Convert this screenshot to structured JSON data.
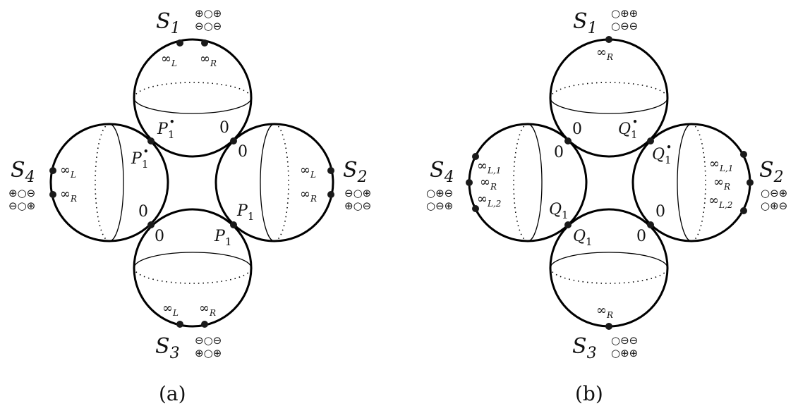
{
  "captions": {
    "a": "(a)",
    "b": "(b)"
  },
  "sphere_names": {
    "s1": "S",
    "s2": "S",
    "s3": "S",
    "s4": "S",
    "sub1": "1",
    "sub2": "2",
    "sub3": "3",
    "sub4": "4"
  },
  "symbols": {
    "a_s1_top": "⊕○⊕",
    "a_s1_bot": "⊖○⊖",
    "a_s2_top": "⊖○⊕",
    "a_s2_bot": "⊕○⊖",
    "a_s3_top": "⊖○⊖",
    "a_s3_bot": "⊕○⊕",
    "a_s4_top": "⊕○⊖",
    "a_s4_bot": "⊖○⊕",
    "b_s1_top": "○⊕⊕",
    "b_s1_bot": "○⊖⊖",
    "b_s2_top": "○⊖⊕",
    "b_s2_bot": "○⊕⊖",
    "b_s3_top": "○⊖⊖",
    "b_s3_bot": "○⊕⊕",
    "b_s4_top": "○⊕⊖",
    "b_s4_bot": "○⊖⊕"
  },
  "labels": {
    "inf": "∞",
    "L": "L",
    "R": "R",
    "L1": "L,1",
    "L2": "L,2",
    "zero": "0",
    "P": "P",
    "Q": "Q",
    "one": "1",
    "bullet": "•"
  }
}
